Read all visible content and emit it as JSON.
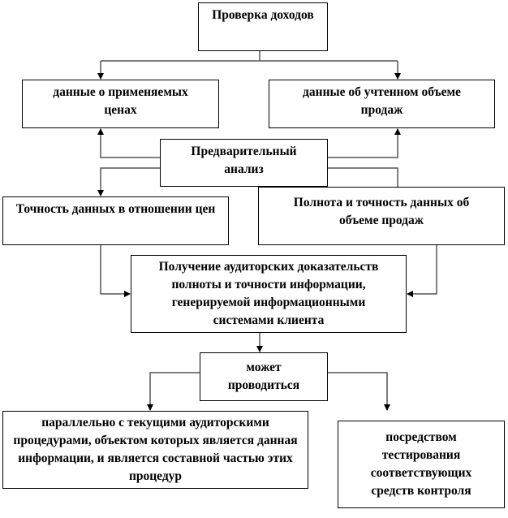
{
  "nodes": {
    "revenue_check": "Проверка доходов",
    "price_data": "данные о применяемых ценах",
    "sales_volume_data": "данные об учтенном объеме продаж",
    "preliminary_analysis": "Предварительный анализ",
    "price_accuracy": "Точность данных в отношении цен",
    "sales_completeness": "Полнота и точность данных об объеме продаж",
    "audit_evidence": "Получение аудиторских доказательств полноты и точности информации, генерируемой информационными системами клиента",
    "may_be_performed": "может проводиться",
    "parallel_procedures": "параллельно с текущими аудиторскими процедурами, объектом которых является данная информации, и является составной частью этих процедур",
    "control_testing": "посредством тестирования соответствующих средств контроля"
  },
  "colors": {
    "line": "#555555",
    "border": "#000000"
  }
}
